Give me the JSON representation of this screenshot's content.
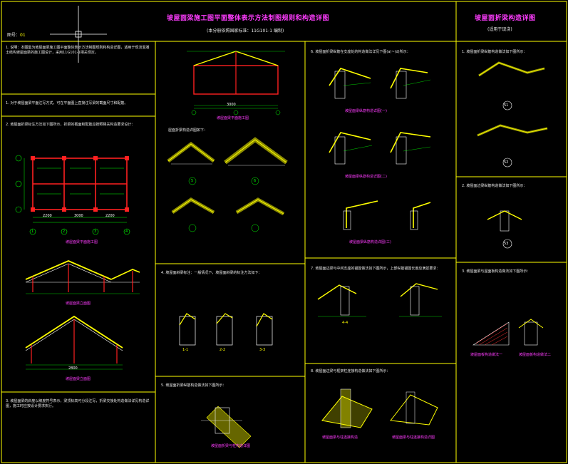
{
  "sheet": {
    "main_title": "坡屋面梁施工图平面整体表示方法制图规则和构造详图",
    "side_title": "坡屋面折梁构造详图",
    "side_subtitle": "(适用于现浇)",
    "drawing_no_label": "图号：",
    "drawing_no": "01",
    "subtitle": "(本分册依照国家标准：11G101-1 编制)"
  },
  "notes": {
    "n1": "1. 说明：本图集为坡屋面梁施工图平面整体表示方法制图规则和构造详图，适用于现浇混凝土结构坡屋面梁的施工图设计，采用11G101-1相关规定。",
    "n2": "1. 对于坡屋面梁平面注写方式，可在平面图上直接注写梁的截面尺寸和配筋。",
    "n3": "2. 坡屋面折梁标注方法如下图所示，折梁的截面和配筋应按照相关构造要求设计：",
    "n4": "3. 坡屋面梁的斜度以坡度符号表示，梁顶标高可分段注写，折梁交接处构造做法详见构造详图，施工时应按设计要求执行。",
    "m1": "屋面折梁构造详图如下：",
    "m2": "4. 坡屋面斜梁标注：一般情况下，坡屋面斜梁的标注方法如下：",
    "m3": "5. 坡屋面折梁纵筋构造做法如下图所示：",
    "r1": "6. 坡屋面折梁纵筋在支座处的构造做法详见下图(a)~(d)所示：",
    "r2": "7. 坡屋面边梁与中间支座的锚固做法如下图所示，上部纵筋锚固长度应满足要求：",
    "r3": "8. 坡屋面边梁与框架柱连接构造做法如下图所示：",
    "s1": "1. 坡屋面折梁纵筋构造做法如下图所示：",
    "s2": "2. 坡屋面边梁纵筋构造做法如下图所示：",
    "s3": "3. 坡屋面梁与屋面板构造做法如下图所示："
  },
  "captions": {
    "c1": "坡屋面梁平面施工图",
    "c2": "坡屋面梁立面图",
    "c3": "坡屋面梁立面图",
    "c4": "坡屋面梁平面施工图",
    "c5": "坡屋面梁纵筋构造详图(一)",
    "c6": "坡屋面梁纵筋构造详图(二)",
    "c7": "坡屋面梁纵筋构造详图(三)",
    "c8": "坡屋面折梁与柱构造详图",
    "c9": "坡屋面梁与柱连接构造",
    "c10": "坡屋面梁与柱连接构造详图",
    "c11": "坡屋面板构造做法一",
    "c12": "坡屋面板构造做法二"
  },
  "markers": [
    "1",
    "2",
    "3",
    "4",
    "5",
    "6",
    "51",
    "52",
    "53"
  ],
  "dims": [
    "2200",
    "3000",
    "2200",
    "2800",
    "3000",
    "1-1",
    "2-2",
    "3-3",
    "4-4"
  ]
}
